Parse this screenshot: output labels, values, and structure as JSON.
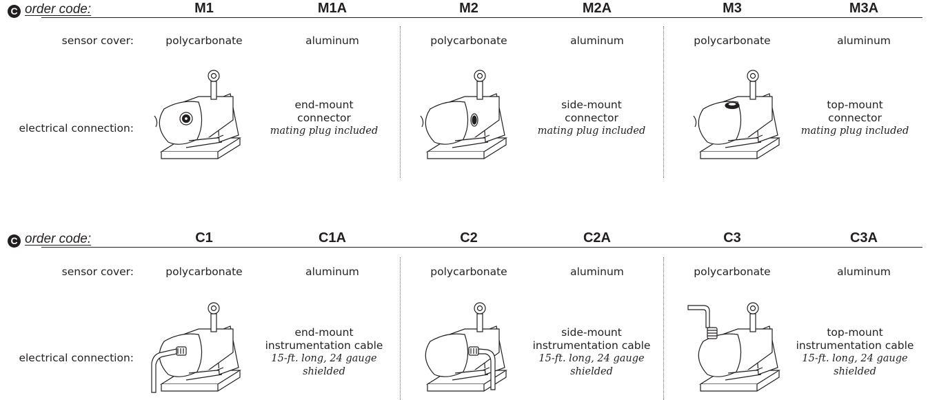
{
  "sections": [
    {
      "badge": "C",
      "order_code_label": "order code:",
      "codes": [
        "M1",
        "M1A",
        "M2",
        "M2A",
        "M3",
        "M3A"
      ],
      "row_labels": {
        "sensor_cover": "sensor cover:",
        "electrical_connection": "electrical connection:"
      },
      "covers": [
        "polycarbonate",
        "aluminum",
        "polycarbonate",
        "aluminum",
        "polycarbonate",
        "aluminum"
      ],
      "connections": [
        {
          "line1": "end-mount",
          "line2": "connector",
          "italic1": "mating plug included",
          "italic2": "",
          "icon": "end-mount-connector-sensor-icon"
        },
        {
          "line1": "side-mount",
          "line2": "connector",
          "italic1": "mating plug included",
          "italic2": "",
          "icon": "side-mount-connector-sensor-icon"
        },
        {
          "line1": "top-mount",
          "line2": "connector",
          "italic1": "mating plug included",
          "italic2": "",
          "icon": "top-mount-connector-sensor-icon"
        }
      ]
    },
    {
      "badge": "C",
      "order_code_label": "order code:",
      "codes": [
        "C1",
        "C1A",
        "C2",
        "C2A",
        "C3",
        "C3A"
      ],
      "row_labels": {
        "sensor_cover": "sensor cover:",
        "electrical_connection": "electrical connection:"
      },
      "covers": [
        "polycarbonate",
        "aluminum",
        "polycarbonate",
        "aluminum",
        "polycarbonate",
        "aluminum"
      ],
      "connections": [
        {
          "line1": "end-mount",
          "line2": "instrumentation cable",
          "italic1": "15-ft. long, 24 gauge",
          "italic2": "shielded",
          "icon": "end-mount-cable-sensor-icon"
        },
        {
          "line1": "side-mount",
          "line2": "instrumentation cable",
          "italic1": "15-ft. long, 24 gauge",
          "italic2": "shielded",
          "icon": "side-mount-cable-sensor-icon"
        },
        {
          "line1": "top-mount",
          "line2": "instrumentation cable",
          "italic1": "15-ft. long, 24 gauge",
          "italic2": "shielded",
          "icon": "top-mount-cable-sensor-icon"
        }
      ]
    }
  ]
}
